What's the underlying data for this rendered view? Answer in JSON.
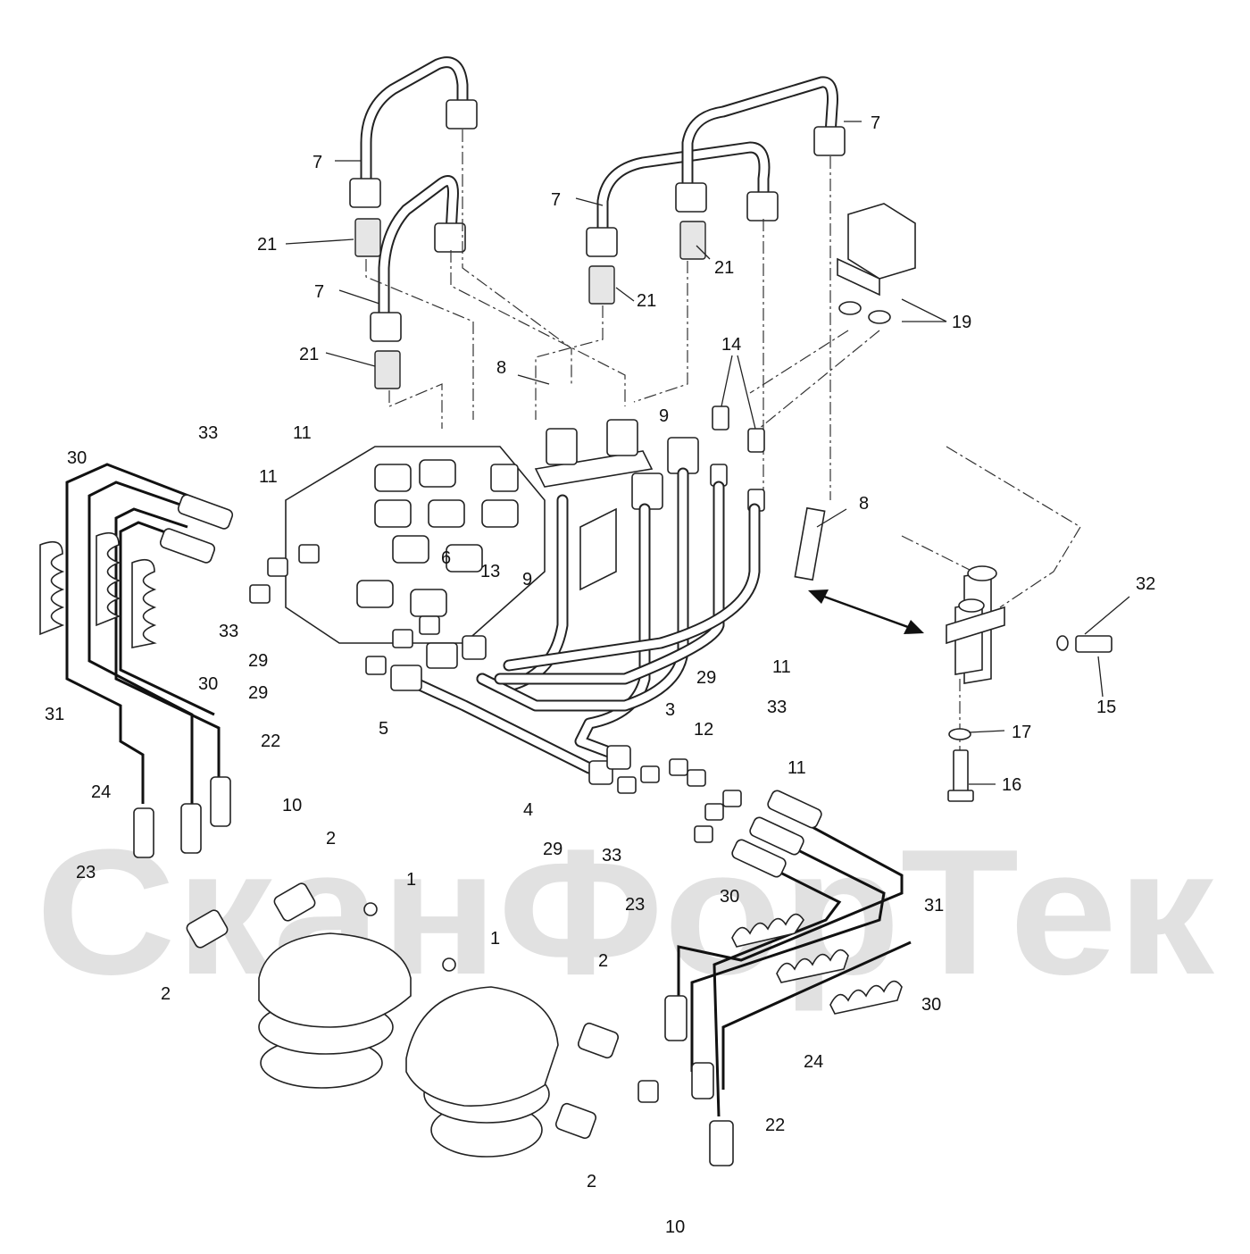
{
  "watermark": {
    "text": "СканФорТек",
    "color": "#c9c9c9"
  },
  "callouts": {
    "c7a": "7",
    "c7b": "7",
    "c7c": "7",
    "c7d": "7",
    "c21a": "21",
    "c21b": "21",
    "c21c": "21",
    "c21d": "21",
    "c8a": "8",
    "c8b": "8",
    "c9a": "9",
    "c9b": "9",
    "c14": "14",
    "c19": "19",
    "c33a": "33",
    "c33b": "33",
    "c33c": "33",
    "c33d": "33",
    "c11a": "11",
    "c11b": "11",
    "c11c": "11",
    "c11d": "11",
    "c30a": "30",
    "c30b": "30",
    "c30c": "30",
    "c30d": "30",
    "c31a": "31",
    "c31b": "31",
    "c6": "6",
    "c13": "13",
    "c29a": "29",
    "c29b": "29",
    "c29c": "29",
    "c29d": "29",
    "c5": "5",
    "c3": "3",
    "c4": "4",
    "c12": "12",
    "c32": "32",
    "c15": "15",
    "c17": "17",
    "c16": "16",
    "c22a": "22",
    "c22b": "22",
    "c24a": "24",
    "c24b": "24",
    "c23a": "23",
    "c23b": "23",
    "c10a": "10",
    "c10b": "10",
    "c2a": "2",
    "c2b": "2",
    "c2c": "2",
    "c2d": "2",
    "c1a": "1",
    "c1b": "1"
  },
  "icons": {
    "double_arrow": "double-headed-arrow",
    "motor": "hydraulic-motor",
    "valve_block": "control-valve-block"
  }
}
